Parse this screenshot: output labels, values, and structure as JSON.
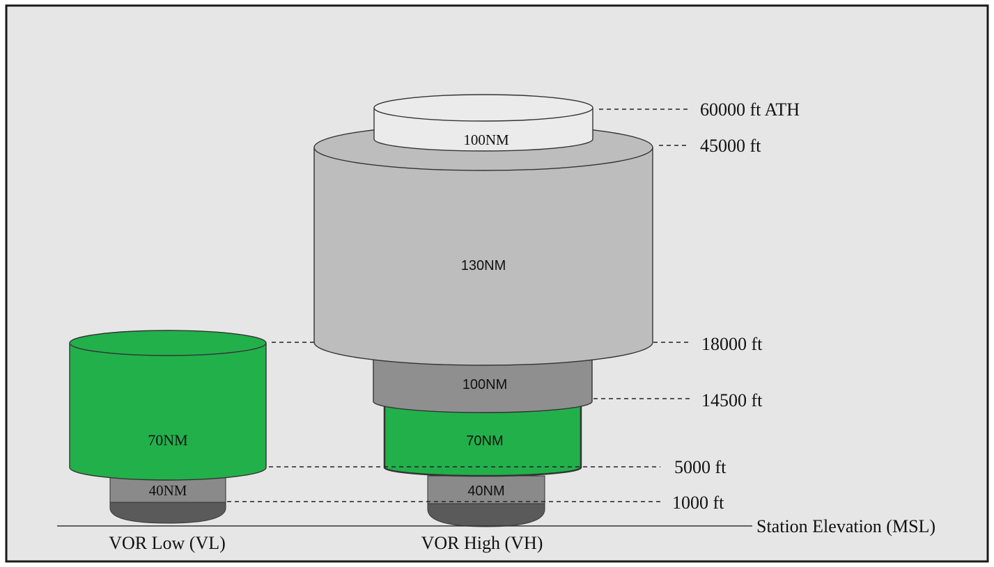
{
  "colors": {
    "background": "#e6e6e6",
    "frame": "#1a1a1a",
    "green": "#22b04b",
    "cap": "#ebebeb",
    "gray_130": "#bdbdbd",
    "gray_100": "#8f8f8f",
    "gray_40": "#8a8a8a",
    "gray_base": "#5a5a5a"
  },
  "vor_low": {
    "label": "VOR Low (VL)",
    "range_70": "70NM",
    "range_40": "40NM"
  },
  "vor_high": {
    "label": "VOR High (VH)",
    "range_cap": "100NM",
    "range_130": "130NM",
    "range_100": "100NM",
    "range_70": "70NM",
    "range_40": "40NM"
  },
  "altitudes": {
    "a60000": "60000 ft ATH",
    "a45000": "45000 ft",
    "a18000": "18000 ft",
    "a14500": "14500 ft",
    "a5000": "5000 ft",
    "a1000": "1000 ft"
  },
  "ground_label": "Station Elevation (MSL)"
}
